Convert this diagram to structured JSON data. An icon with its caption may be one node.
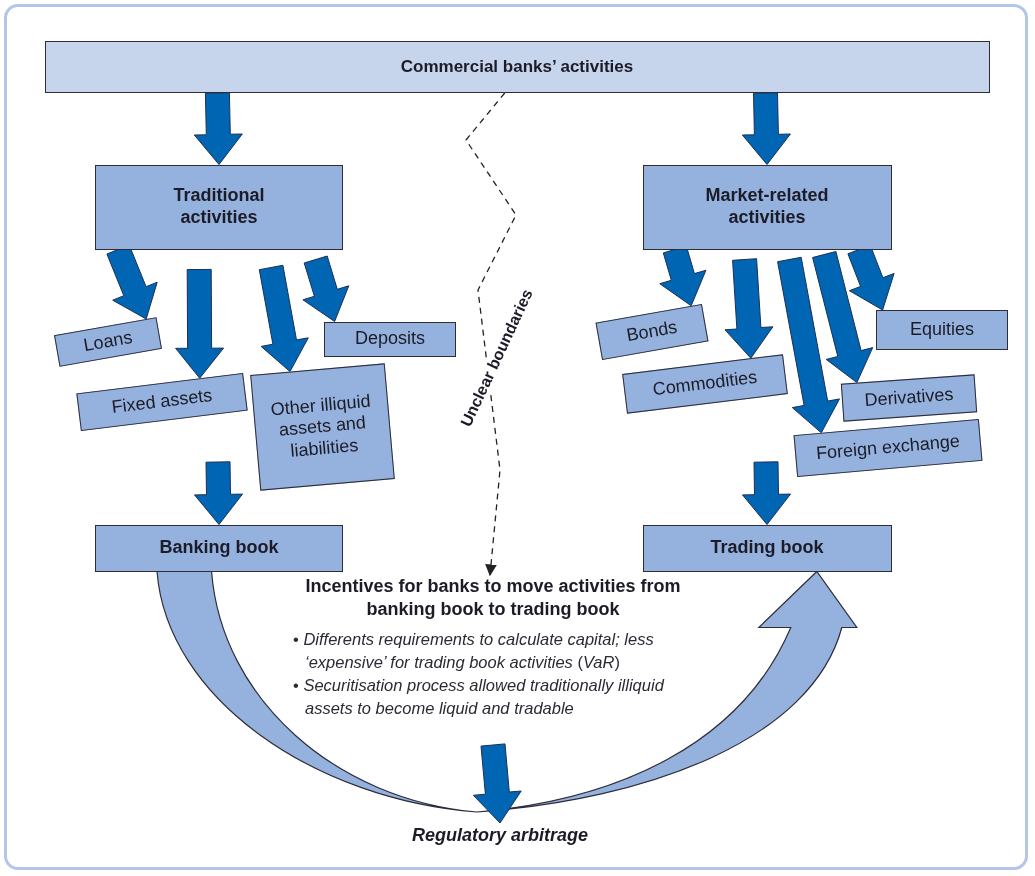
{
  "diagram": {
    "nodes": [
      {
        "text": [
          "Commercial banks’ activities"
        ]
      },
      {
        "text": [
          "Traditional activities"
        ]
      },
      {
        "text": [
          "Market-related activities"
        ]
      },
      {
        "text": [
          "Loans"
        ]
      },
      {
        "text": [
          "Fixed assets"
        ]
      },
      {
        "text": [
          "Other illiquid assets and liabilities"
        ]
      },
      {
        "text": [
          "Deposits"
        ]
      },
      {
        "text": [
          "Bonds"
        ]
      },
      {
        "text": [
          "Commodities"
        ]
      },
      {
        "text": [
          "Equities"
        ]
      },
      {
        "text": [
          "Derivatives"
        ]
      },
      {
        "text": [
          "Foreign exchange"
        ]
      },
      {
        "text": [
          "Banking book"
        ]
      },
      {
        "text": [
          "Trading book"
        ]
      },
      {
        "text": [
          "Incentives for banks to move activities from banking book to trading book",
          "• *Differents requirements to calculate capital; less ‘expensive’ for trading book activities* (*VaR*)",
          "• *Securitisation process allowed traditionally illiquid assets to become liquid and tradable*"
        ]
      },
      {
        "text": [
          "Regulatory arbitrage"
        ]
      }
    ],
    "edges": [
      {
        "from": 0,
        "to": 1,
        "arrow": "to"
      },
      {
        "from": 0,
        "to": 2,
        "arrow": "to"
      },
      {
        "from": 1,
        "to": 3,
        "arrow": "to"
      },
      {
        "from": 1,
        "to": 4,
        "arrow": "to"
      },
      {
        "from": 1,
        "to": 5,
        "arrow": "to"
      },
      {
        "from": 1,
        "to": 6,
        "arrow": "to"
      },
      {
        "from": 2,
        "to": 7,
        "arrow": "to"
      },
      {
        "from": 2,
        "to": 8,
        "arrow": "to"
      },
      {
        "from": 2,
        "to": 9,
        "arrow": "to"
      },
      {
        "from": 2,
        "to": 10,
        "arrow": "to"
      },
      {
        "from": 2,
        "to": 11,
        "arrow": "to"
      },
      {
        "from": null,
        "to": 12,
        "arrow": "to"
      },
      {
        "from": null,
        "to": 13,
        "arrow": "to"
      },
      {
        "from": 0,
        "to": 14,
        "arrow": "to",
        "label": "Unclear boundaries",
        "style": "dashed",
        "color": "#222222"
      },
      {
        "from": 12,
        "to": 13,
        "arrow": "to",
        "color": "#95b1dd"
      },
      {
        "from": 14,
        "to": 15,
        "arrow": "to"
      }
    ]
  }
}
